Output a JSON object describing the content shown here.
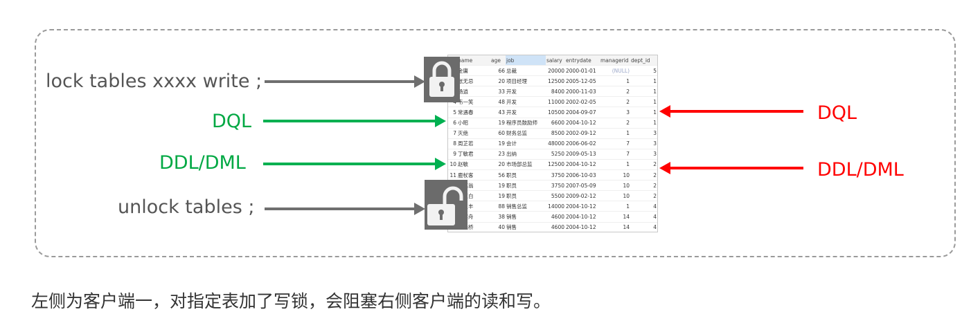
{
  "left_client": {
    "lock_cmd": "lock tables xxxx write ;",
    "dql": "DQL",
    "ddl_dml": "DDL/DML",
    "unlock_cmd": "unlock tables ;"
  },
  "right_client": {
    "dql": "DQL",
    "ddl_dml": "DDL/DML"
  },
  "table": {
    "columns": [
      "name",
      "age",
      "job",
      "salary",
      "entrydate",
      "managerid",
      "dept_id"
    ],
    "rows": [
      [
        "",
        "金庸",
        "66",
        "总裁",
        "20000",
        "2000-01-01",
        "(NULL)",
        "5"
      ],
      [
        "",
        "张无忌",
        "20",
        "项目经理",
        "12500",
        "2005-12-05",
        "1",
        "1"
      ],
      [
        "",
        "杨逍",
        "33",
        "开发",
        "8400",
        "2000-11-03",
        "2",
        "1"
      ],
      [
        "4",
        "韦一笑",
        "48",
        "开发",
        "11000",
        "2002-02-05",
        "2",
        "1"
      ],
      [
        "5",
        "常遇春",
        "43",
        "开发",
        "10500",
        "2004-09-07",
        "3",
        "1"
      ],
      [
        "6",
        "小昭",
        "19",
        "程序员鼓励师",
        "6600",
        "2004-10-12",
        "2",
        "1"
      ],
      [
        "7",
        "灭绝",
        "60",
        "财务总监",
        "8500",
        "2002-09-12",
        "1",
        "3"
      ],
      [
        "8",
        "周芷若",
        "19",
        "会计",
        "48000",
        "2006-06-02",
        "7",
        "3"
      ],
      [
        "9",
        "丁敏君",
        "23",
        "出纳",
        "5250",
        "2009-05-13",
        "7",
        "3"
      ],
      [
        "10",
        "赵敏",
        "20",
        "市场部总监",
        "12500",
        "2004-10-12",
        "1",
        "2"
      ],
      [
        "11",
        "鹿杖客",
        "56",
        "职员",
        "3750",
        "2006-10-03",
        "10",
        "2"
      ],
      [
        "",
        "鹤笔翁",
        "19",
        "职员",
        "3750",
        "2007-05-09",
        "10",
        "2"
      ],
      [
        "",
        "方东白",
        "19",
        "职员",
        "5500",
        "2009-02-12",
        "10",
        "2"
      ],
      [
        "",
        "张三丰",
        "88",
        "销售总监",
        "14000",
        "2004-10-12",
        "1",
        "4"
      ],
      [
        "",
        "俞莲舟",
        "38",
        "销售",
        "4600",
        "2004-10-12",
        "14",
        "4"
      ],
      [
        "",
        "宋远桥",
        "40",
        "销售",
        "4600",
        "2004-10-12",
        "14",
        "4"
      ]
    ]
  },
  "caption": "左侧为客户端一，对指定表加了写锁，会阻塞右侧客户端的读和写。"
}
